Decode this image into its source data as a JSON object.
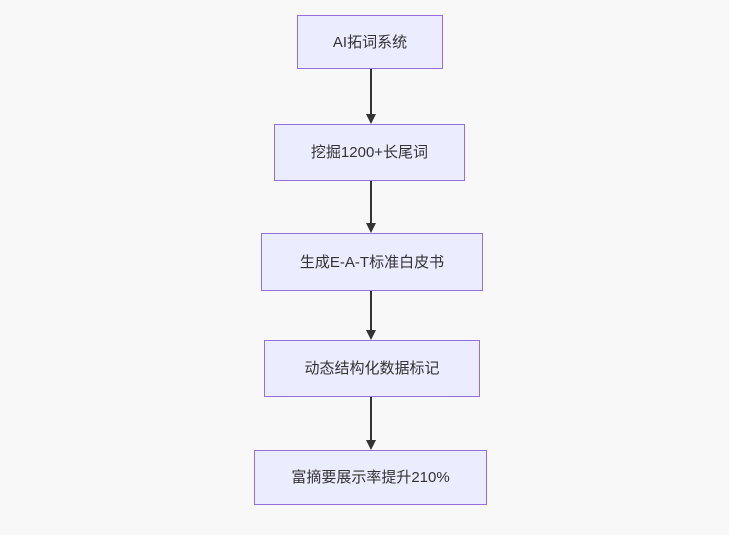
{
  "diagram": {
    "type": "flowchart",
    "direction": "top-down",
    "colors": {
      "background": "#f8f8f8",
      "node_fill": "#ECECFF",
      "node_border": "#9370DB",
      "text": "#333333",
      "arrow": "#333333"
    },
    "nodes": [
      {
        "id": "n1",
        "label": "AI拓词系统"
      },
      {
        "id": "n2",
        "label": "挖掘1200+长尾词"
      },
      {
        "id": "n3",
        "label": "生成E-A-T标准白皮书"
      },
      {
        "id": "n4",
        "label": "动态结构化数据标记"
      },
      {
        "id": "n5",
        "label": "富摘要展示率提升210%"
      }
    ],
    "edges": [
      {
        "from": "n1",
        "to": "n2"
      },
      {
        "from": "n2",
        "to": "n3"
      },
      {
        "from": "n3",
        "to": "n4"
      },
      {
        "from": "n4",
        "to": "n5"
      }
    ]
  }
}
